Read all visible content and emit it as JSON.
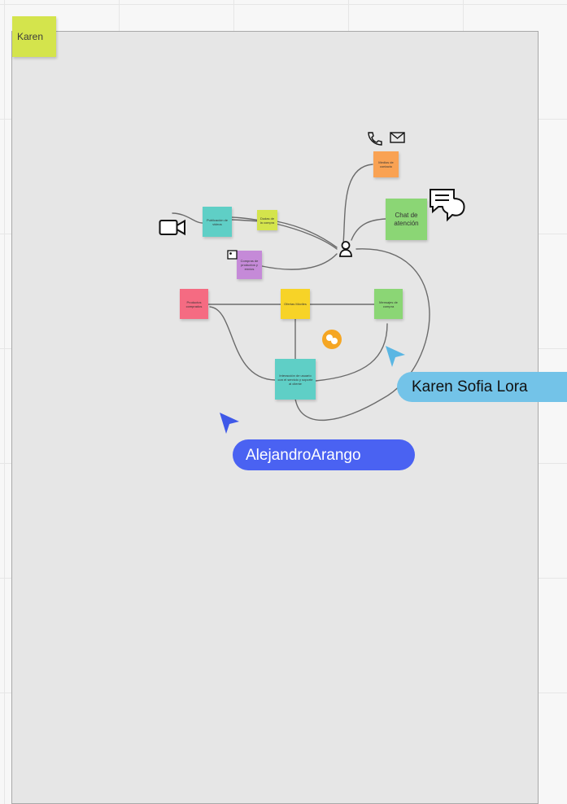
{
  "board": {
    "frame_label": "Karen",
    "canvas_color": "#f7f7f7",
    "frame_color": "#e6e6e6"
  },
  "stickies": [
    {
      "id": "s-naranja",
      "text": "Medios de contacto",
      "color": "#f9a253"
    },
    {
      "id": "s-verde-atencion",
      "text": "Chat de atención",
      "color": "#8bd675"
    },
    {
      "id": "s-turquesa-video",
      "text": "Publicación de videos",
      "color": "#5fcfc6"
    },
    {
      "id": "s-lima",
      "text": "Dudas de la compra",
      "color": "#d4e44c"
    },
    {
      "id": "s-morado",
      "text": "Compras de productos y envíos",
      "color": "#c58ad8"
    },
    {
      "id": "s-rosa",
      "text": "Productos comprados",
      "color": "#f56b82"
    },
    {
      "id": "s-amarillo",
      "text": "Ofertas Móviles",
      "color": "#f7d327"
    },
    {
      "id": "s-verde-mensajes",
      "text": "Mensajes de compra",
      "color": "#8bd675"
    },
    {
      "id": "s-turquesa-central",
      "text": "Interacción de usuario con el servicio y soporte al cliente",
      "color": "#5fcfc6"
    }
  ],
  "icons": {
    "phone": "phone-icon",
    "mail": "mail-icon",
    "chat": "chat-bubbles-icon",
    "video": "video-camera-icon",
    "user": "user-icon",
    "image": "image-icon",
    "reaction": "reaction-badge-icon"
  },
  "collaborators": [
    {
      "name": "AlejandroArango",
      "color": "#4a62f2"
    },
    {
      "name": "Karen Sofia Lora",
      "color": "#73c3e8"
    }
  ]
}
